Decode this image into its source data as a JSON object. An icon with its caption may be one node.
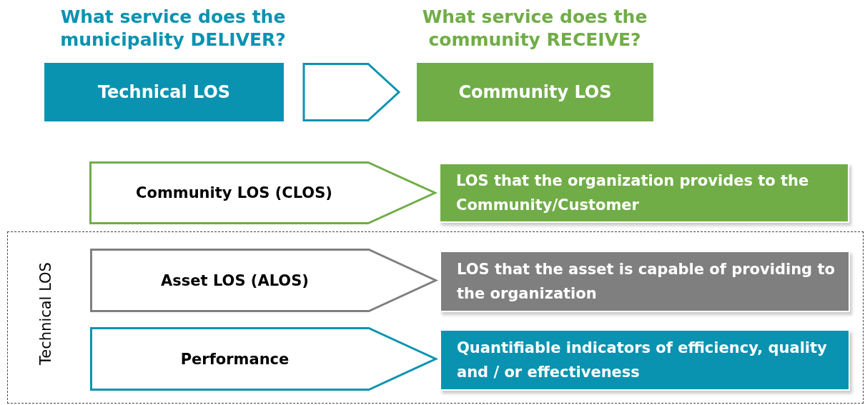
{
  "diagram": {
    "nodes": [
      {
        "text": [
          "What service does the municipality DELIVER?",
          "Technical LOS"
        ]
      },
      {
        "text": [
          "What service does the community RECEIVE?",
          "Community LOS"
        ]
      },
      {
        "text": [
          "Community LOS (CLOS)"
        ]
      },
      {
        "text": [
          "LOS that the organization provides to the Community/Customer"
        ]
      },
      {
        "text": [
          "Technical LOS"
        ]
      },
      {
        "text": [
          "Asset LOS (ALOS)"
        ],
        "in": 4
      },
      {
        "text": [
          "LOS that the asset is capable of providing to the organization"
        ],
        "in": 4
      },
      {
        "text": [
          "Performance"
        ],
        "in": 4
      },
      {
        "text": [
          "Quantifiable indicators of efficiency, quality and / or effectiveness"
        ],
        "in": 4
      }
    ],
    "edges": [
      {
        "from": 0,
        "to": 1,
        "arrow": "to"
      }
    ]
  }
}
